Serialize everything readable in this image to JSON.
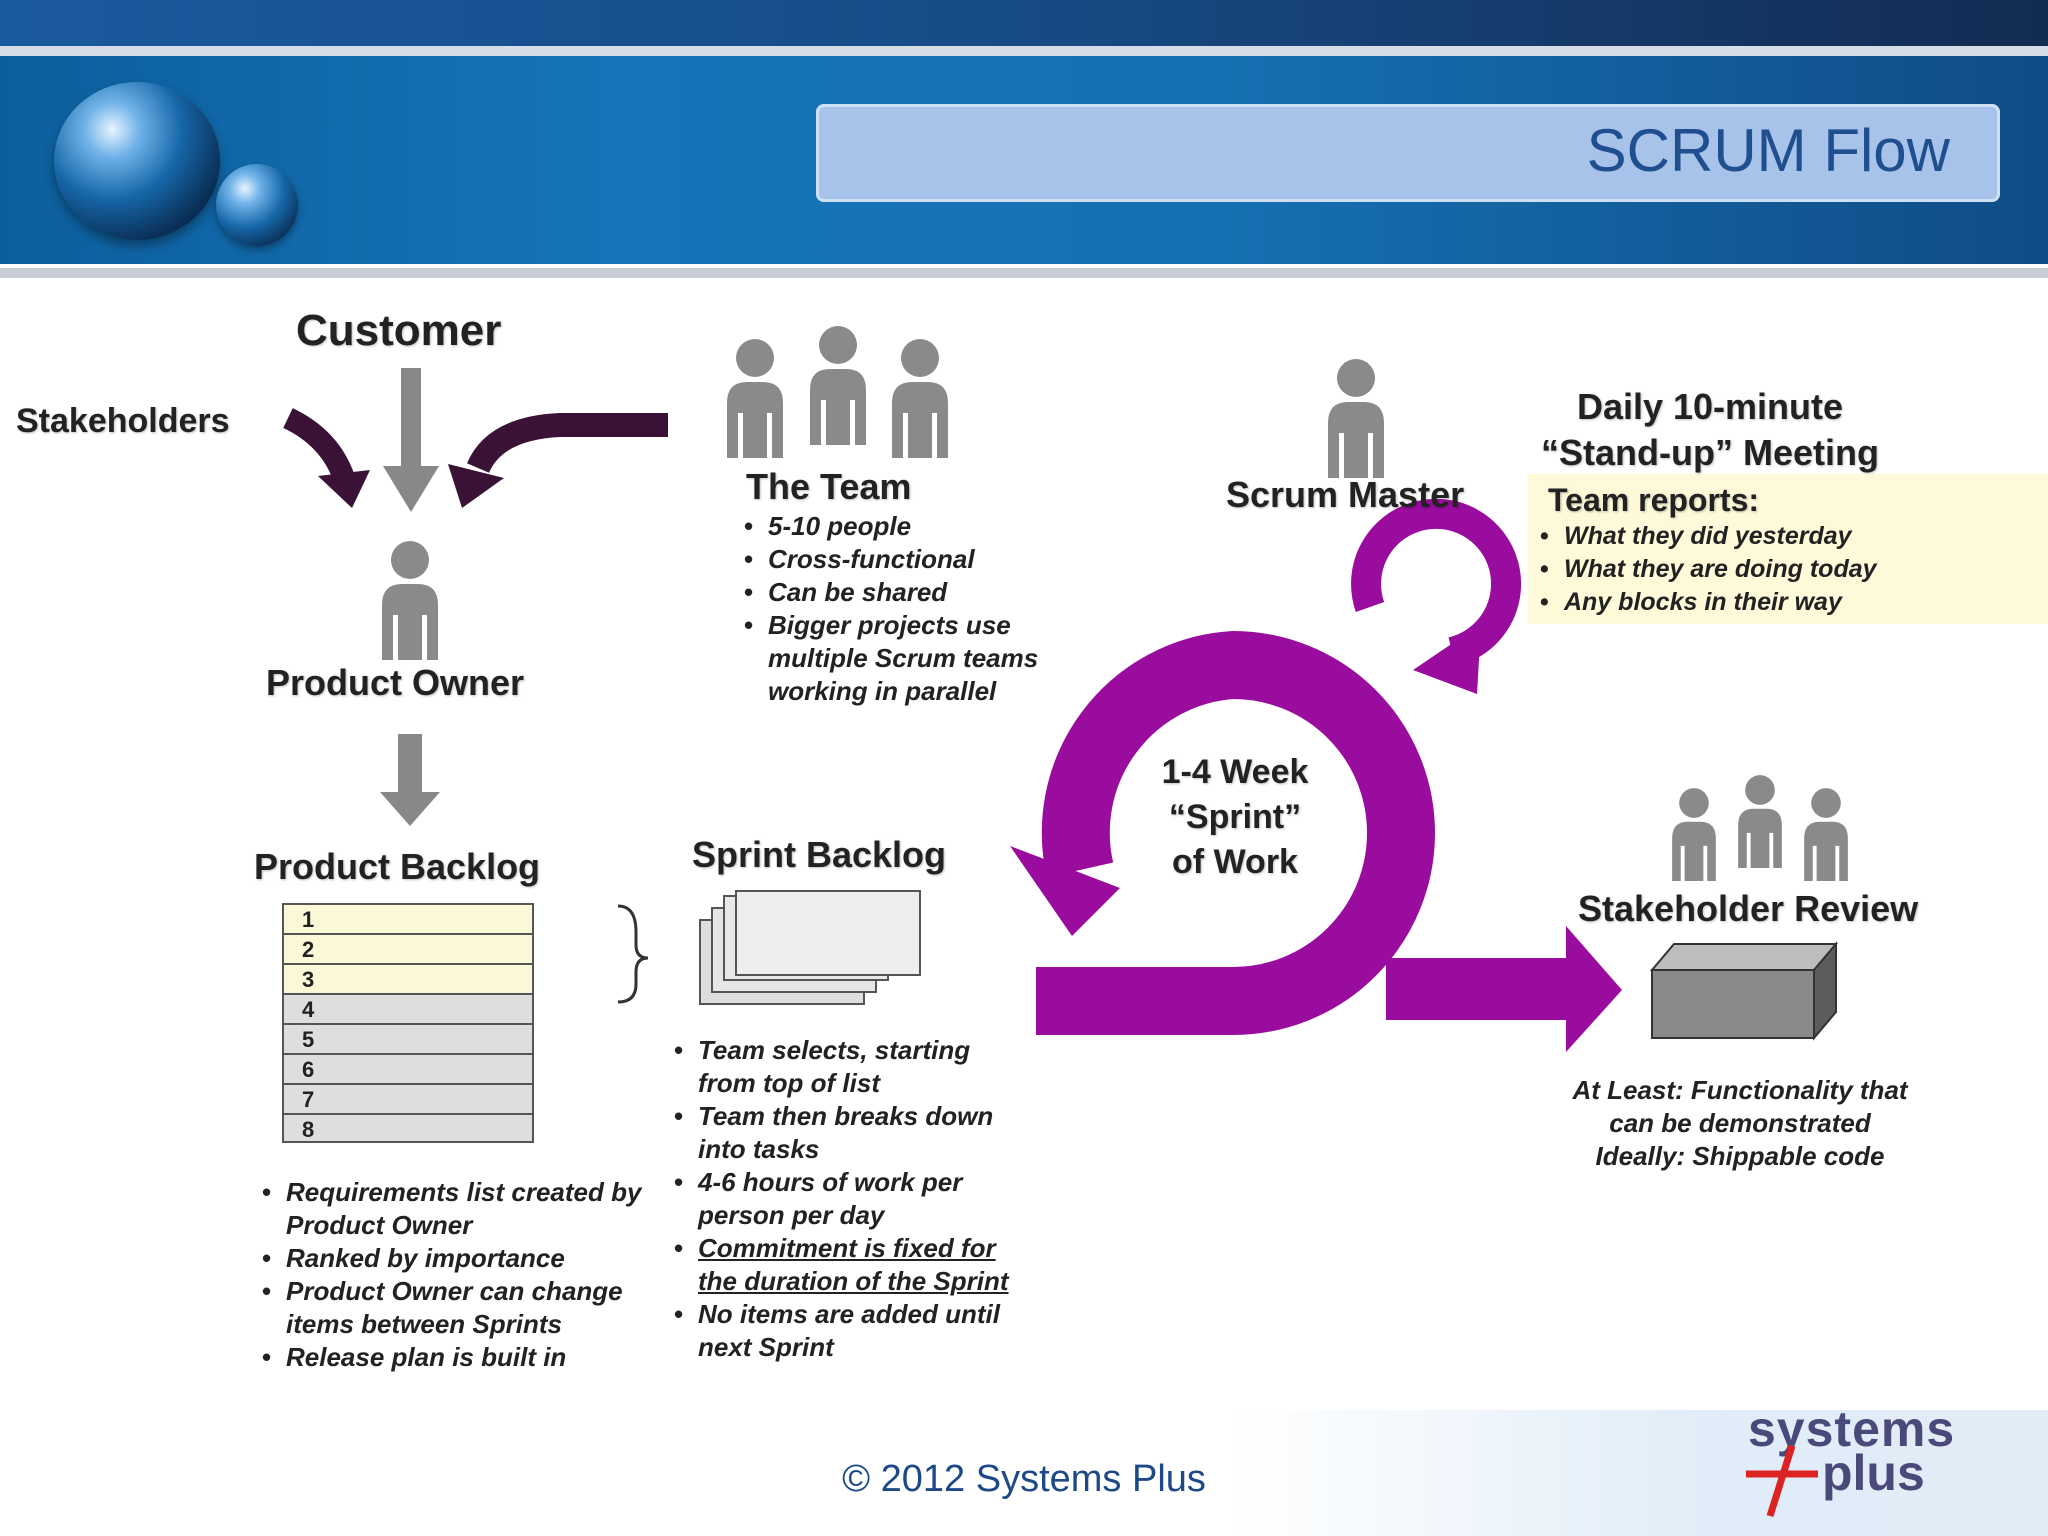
{
  "header": {
    "title": "SCRUM Flow"
  },
  "customer": "Customer",
  "stakeholders": "Stakeholders",
  "product_owner": "Product Owner",
  "product_backlog": {
    "title": "Product Backlog",
    "items": [
      "1",
      "2",
      "3",
      "4",
      "5",
      "6",
      "7",
      "8"
    ],
    "highlighted_count": 3,
    "bullets": [
      "Requirements list created by Product Owner",
      "Ranked by importance",
      "Product Owner can change items between Sprints",
      "Release plan is built in"
    ]
  },
  "team": {
    "title": "The Team",
    "bullets": [
      "5-10 people",
      "Cross-functional",
      "Can be shared",
      "Bigger projects use multiple Scrum teams working in parallel"
    ]
  },
  "sprint_backlog": {
    "title": "Sprint Backlog",
    "bullets": [
      "Team selects, starting from top of list",
      "Team then breaks down into tasks",
      "4-6 hours of work per person per day",
      "Commitment is fixed for the duration of the Sprint",
      "No items are added until next Sprint"
    ]
  },
  "scrum_master": "Scrum Master",
  "standup": {
    "title_line1": "Daily 10-minute",
    "title_line2": "“Stand-up” Meeting",
    "reports_title": "Team reports:",
    "bullets": [
      "What they did yesterday",
      "What they are doing today",
      "Any blocks in their way"
    ]
  },
  "sprint": {
    "line1": "1-4 Week",
    "line2": "“Sprint”",
    "line3": "of Work"
  },
  "stakeholder_review": {
    "title": "Stakeholder Review",
    "line1": "At Least: Functionality that",
    "line2": "can be demonstrated",
    "line3": "Ideally: Shippable code"
  },
  "footer": {
    "copyright": "© 2012 Systems Plus",
    "logo_line1": "systems",
    "logo_line2": "plus"
  },
  "colors": {
    "purple": "#9a0c9e",
    "dark_arrow": "#3a1236",
    "gray_arrow": "#888888",
    "title_blue": "#1f4f8f"
  }
}
